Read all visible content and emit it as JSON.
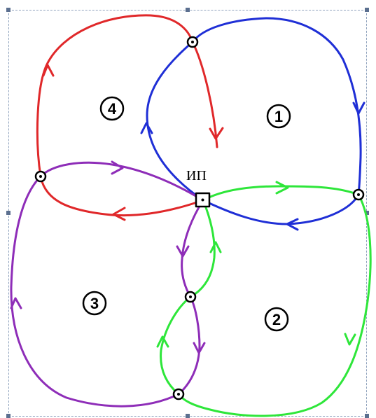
{
  "diagram": {
    "source_label": "ИП",
    "zones": [
      {
        "id": "zone-1",
        "label": "1",
        "color": "#1f2fd6"
      },
      {
        "id": "zone-2",
        "label": "2",
        "color": "#2ee63a"
      },
      {
        "id": "zone-3",
        "label": "3",
        "color": "#8e2db8"
      },
      {
        "id": "zone-4",
        "label": "4",
        "color": "#e0282a"
      }
    ],
    "colors": {
      "loop_1": "#1f2fd6",
      "loop_2": "#2ee63a",
      "loop_3": "#8e2db8",
      "loop_4": "#e0282a",
      "node": "#000000",
      "selection_border": "#8fa2bd",
      "selection_handle": "#5b6f8f"
    },
    "icons": [
      "junction-node-icon",
      "source-box-icon",
      "flow-arrow-icon"
    ]
  }
}
